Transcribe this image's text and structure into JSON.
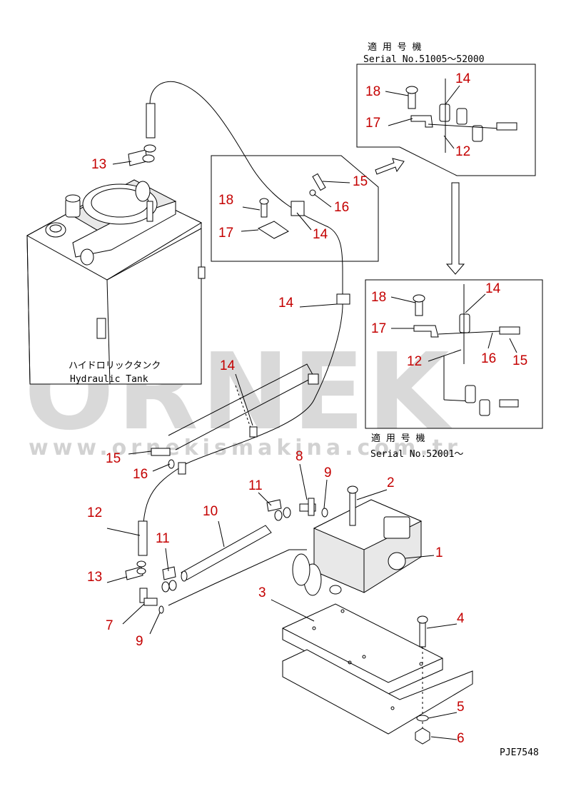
{
  "figure": {
    "drawing_code": "PJE7548"
  },
  "tank": {
    "label_jp": "ハイドロリックタンク",
    "label_en": "Hydraulic Tank"
  },
  "inset_top": {
    "heading": "適 用 号 機",
    "serial": "Serial No.51005～52000"
  },
  "inset_bottom": {
    "heading": "適 用 号 機",
    "serial": "Serial No.52001～"
  },
  "watermark": {
    "brand": "ORNEK",
    "url": "www.ornekismakina.com.tr"
  },
  "parts": {
    "p1": "1",
    "p2": "2",
    "p3": "3",
    "p4": "4",
    "p5": "5",
    "p6": "6",
    "p7": "7",
    "p8": "8",
    "p9a": "9",
    "p9b": "9",
    "p10": "10",
    "p11a": "11",
    "p11b": "11",
    "p12a": "12",
    "p12b": "12",
    "p12c": "12",
    "p13a": "13",
    "p13b": "13",
    "p14a": "14",
    "p14b": "14",
    "p14c": "14",
    "p14d": "14",
    "p14e": "14",
    "p15a": "15",
    "p15b": "15",
    "p15c": "15",
    "p16a": "16",
    "p16b": "16",
    "p16c": "16",
    "p17a": "17",
    "p17b": "17",
    "p17c": "17",
    "p18a": "18",
    "p18b": "18",
    "p18c": "18"
  },
  "colors": {
    "label": "#c40000",
    "line": "#000000",
    "watermark": "#8a8a8a",
    "watermark_accent": "#e8c860"
  }
}
